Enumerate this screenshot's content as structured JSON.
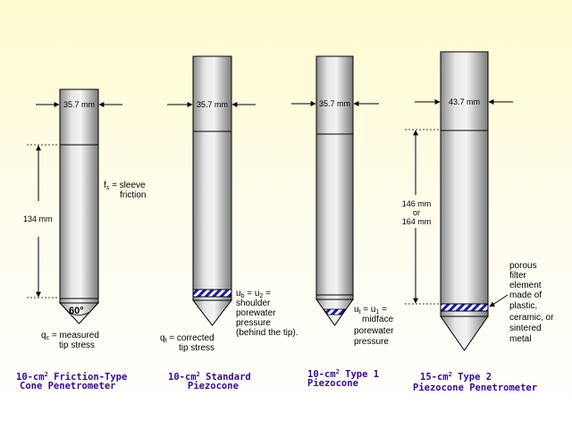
{
  "probes": [
    {
      "diameter": "35.7 mm",
      "length": "134 mm",
      "angle": "60°",
      "sleeve_label": "= sleeve",
      "sleeve_label2": "friction",
      "sleeve_symbol": "f",
      "sleeve_sub": "s",
      "tip_symbol": "q",
      "tip_sub": "c",
      "tip_label": "= measured",
      "tip_label2": "tip stress",
      "caption_pre": "10-cm",
      "caption_sup": "2",
      "caption_post": " Friction-Type",
      "caption_line2": "Cone Penetrometer"
    },
    {
      "diameter": "35.7 mm",
      "sensor_symbol1": "u",
      "sensor_sub1": "b",
      "sensor_eq": "= u",
      "sensor_sub2": "2",
      "sensor_eq2": "=",
      "sensor_lines": [
        "shoulder",
        "porewater",
        "pressure",
        "(behind the tip)."
      ],
      "tip_symbol": "q",
      "tip_sub": "t",
      "tip_label": "= corrected",
      "tip_label2": "tip stress",
      "caption_pre": "10-cm",
      "caption_sup": "2",
      "caption_post": " Standard",
      "caption_line2": "Piezocone"
    },
    {
      "diameter": "35.7 mm",
      "sensor_symbol1": "u",
      "sensor_sub1": "t",
      "sensor_eq": "= u",
      "sensor_sub2": "1",
      "sensor_eq2": "=",
      "sensor_lines": [
        "midface",
        "porewater",
        "pressure"
      ],
      "caption_pre": "10-cm",
      "caption_sup": "2",
      "caption_post": " Type 1",
      "caption_line2": "Piezocone"
    },
    {
      "diameter": "43.7 mm",
      "length_line1": "146 mm",
      "length_line2": "or",
      "length_line3": "164 mm",
      "filter_lines": [
        "porous",
        "filter",
        "element",
        "made of",
        "plastic,",
        "ceramic, or",
        "sintered",
        "metal"
      ],
      "caption_pre": "15-cm",
      "caption_sup": "2",
      "caption_post": " Type 2",
      "caption_line2": "Piezocone Penetrometer"
    }
  ],
  "colors": {
    "caption": "#3a0a8a",
    "stripe": "#1a1aa8"
  }
}
